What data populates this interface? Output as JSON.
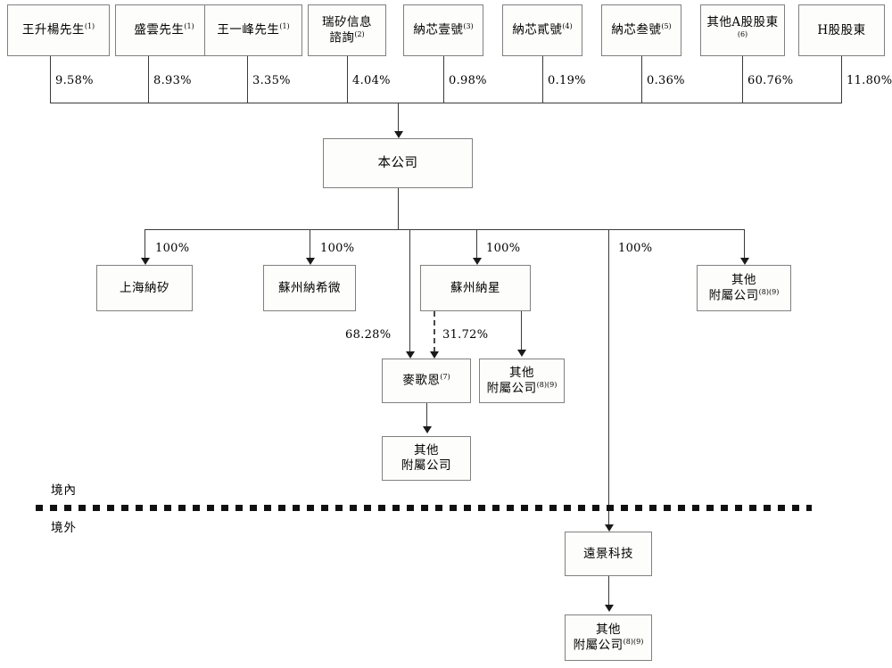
{
  "chart_data": {
    "type": "diagram",
    "title": "Shareholding and corporate structure chart",
    "nodes": {
      "shareholders": [
        {
          "id": "sh1",
          "label": "王升楊先生",
          "note": "(1)",
          "pct": "9.58%"
        },
        {
          "id": "sh2",
          "label": "盛雲先生",
          "note": "(1)",
          "pct": "8.93%"
        },
        {
          "id": "sh3",
          "label": "王一峰先生",
          "note": "(1)",
          "pct": "3.35%"
        },
        {
          "id": "sh4",
          "label": "瑞矽信息\n諮詢",
          "note": "(2)",
          "pct": "4.04%"
        },
        {
          "id": "sh5",
          "label": "納芯壹號",
          "note": "(3)",
          "pct": "0.98%"
        },
        {
          "id": "sh6",
          "label": "納芯貳號",
          "note": "(4)",
          "pct": "0.19%"
        },
        {
          "id": "sh7",
          "label": "納芯叁號",
          "note": "(5)",
          "pct": "0.36%"
        },
        {
          "id": "sh8",
          "label": "其他A股股東",
          "note": "(6)",
          "pct": "60.76%"
        },
        {
          "id": "sh9",
          "label": "H股股東",
          "note": "",
          "pct": "11.80%"
        }
      ],
      "company": {
        "id": "company",
        "label": "本公司",
        "note": ""
      },
      "subsidiaries_l2": [
        {
          "id": "sub1",
          "label": "上海納矽",
          "note": "",
          "pct": "100%"
        },
        {
          "id": "sub2",
          "label": "蘇州納希微",
          "note": "",
          "pct": "100%"
        },
        {
          "id": "sub3",
          "label": "蘇州納星",
          "note": "",
          "pct": "100%"
        },
        {
          "id": "sub5",
          "label": "其他\n附屬公司",
          "note": "(8)(9)",
          "pct": "100%"
        }
      ],
      "offshore_branch": {
        "pct": "100%"
      },
      "level3": [
        {
          "id": "mgn",
          "label": "麥歌恩",
          "note": "(7)"
        },
        {
          "id": "other3",
          "label": "其他\n附屬公司",
          "note": "(8)(9)"
        }
      ],
      "level4": {
        "id": "other4",
        "label": "其他\n附屬公司",
        "note": ""
      },
      "offshore": [
        {
          "id": "yjkj",
          "label": "遠景科技",
          "note": ""
        },
        {
          "id": "other5",
          "label": "其他\n附屬公司",
          "note": "(8)(9)"
        }
      ]
    },
    "edges": [
      {
        "from": "sh1",
        "to": "company",
        "label": "9.58%",
        "style": "solid"
      },
      {
        "from": "sh2",
        "to": "company",
        "label": "8.93%",
        "style": "solid"
      },
      {
        "from": "sh3",
        "to": "company",
        "label": "3.35%",
        "style": "solid"
      },
      {
        "from": "sh4",
        "to": "company",
        "label": "4.04%",
        "style": "solid"
      },
      {
        "from": "sh5",
        "to": "company",
        "label": "0.98%",
        "style": "solid"
      },
      {
        "from": "sh6",
        "to": "company",
        "label": "0.19%",
        "style": "solid"
      },
      {
        "from": "sh7",
        "to": "company",
        "label": "0.36%",
        "style": "solid"
      },
      {
        "from": "sh8",
        "to": "company",
        "label": "60.76%",
        "style": "solid"
      },
      {
        "from": "sh9",
        "to": "company",
        "label": "11.80%",
        "style": "solid"
      },
      {
        "from": "company",
        "to": "sub1",
        "label": "100%",
        "style": "solid"
      },
      {
        "from": "company",
        "to": "sub2",
        "label": "100%",
        "style": "solid"
      },
      {
        "from": "company",
        "to": "sub3",
        "label": "100%",
        "style": "solid"
      },
      {
        "from": "company",
        "to": "sub5",
        "label": "100%",
        "style": "solid"
      },
      {
        "from": "company",
        "to": "yjkj",
        "label": "100%",
        "style": "solid"
      },
      {
        "from": "company",
        "to": "mgn",
        "label": "68.28%",
        "style": "solid"
      },
      {
        "from": "sub3",
        "to": "mgn",
        "label": "31.72%",
        "style": "dashed"
      },
      {
        "from": "sub3",
        "to": "other3",
        "label": "",
        "style": "solid"
      },
      {
        "from": "mgn",
        "to": "other4",
        "label": "",
        "style": "solid"
      },
      {
        "from": "yjkj",
        "to": "other5",
        "label": "",
        "style": "solid"
      }
    ],
    "boundary": {
      "above_label": "境內",
      "below_label": "境外",
      "style": "thick-dotted"
    },
    "colors": {
      "box_border": "#808080",
      "box_fill": "#fdfdfb",
      "line": "#3a3a3a",
      "arrow": "#1a1a1a",
      "boundary": "#111111",
      "text": "#000000"
    }
  }
}
